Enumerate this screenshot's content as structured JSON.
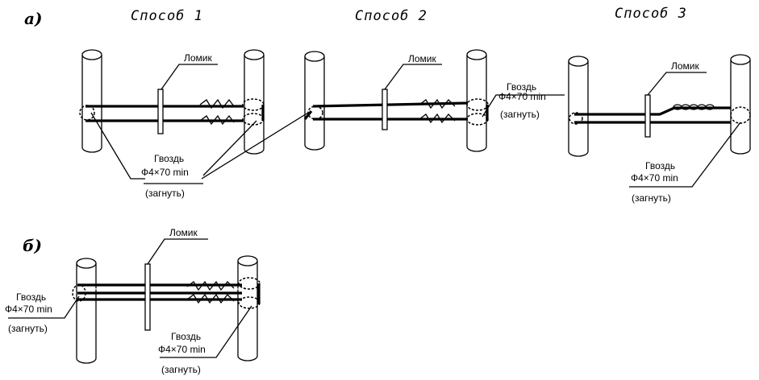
{
  "section_a": {
    "label": "а)"
  },
  "section_b": {
    "label": "б)"
  },
  "methods": [
    {
      "title": "Способ 1"
    },
    {
      "title": "Способ 2"
    },
    {
      "title": "Способ 3"
    }
  ],
  "labels": {
    "crowbar": "Ломик",
    "nail_line1": "Гвоздь",
    "nail_line2": "Ф4×70 min",
    "bend": "(загнуть)"
  }
}
